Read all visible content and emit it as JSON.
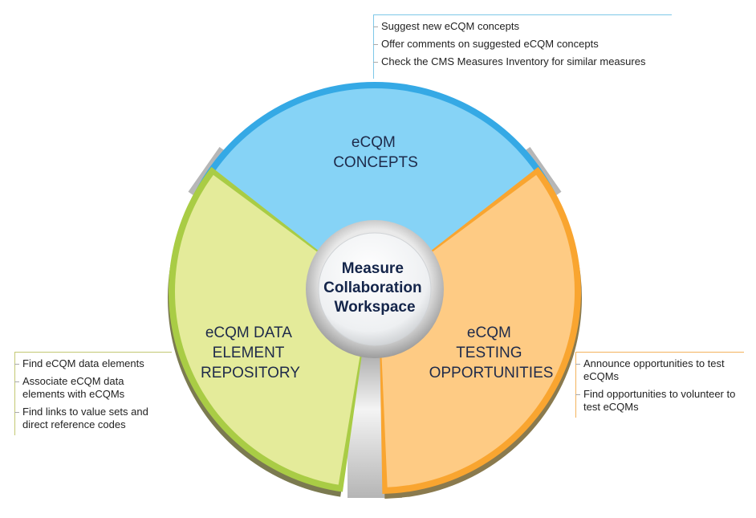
{
  "hub": {
    "lines": [
      "Measure",
      "Collaboration",
      "Workspace"
    ]
  },
  "segments": {
    "concepts": {
      "lines": [
        "eCQM",
        "CONCEPTS"
      ],
      "fill": "#86d3f6",
      "rim": "#35a9e5",
      "dark": "#3e6a80"
    },
    "data": {
      "lines": [
        "eCQM DATA",
        "ELEMENT",
        "REPOSITORY"
      ],
      "fill": "#e4eb9a",
      "rim": "#a9cc45",
      "dark": "#7b7a50"
    },
    "testing": {
      "lines": [
        "eCQM",
        "TESTING",
        "OPPORTUNITIES"
      ],
      "fill": "#fecb84",
      "rim": "#f9a530",
      "dark": "#8a7a4e"
    }
  },
  "callouts": {
    "concepts": {
      "color": "#7ec8e8",
      "items": [
        "Suggest new eCQM concepts",
        "Offer comments on suggested eCQM concepts",
        "Check the CMS Measures Inventory for similar measures"
      ]
    },
    "data": {
      "color": "#c3c873",
      "items": [
        "Find eCQM data elements",
        "Associate eCQM data elements with eCQMs",
        "Find links to value sets and direct reference codes"
      ]
    },
    "testing": {
      "color": "#f3b35d",
      "items": [
        "Announce opportunities to test eCQMs",
        "Find opportunities to volunteer to test eCQMs"
      ]
    }
  }
}
